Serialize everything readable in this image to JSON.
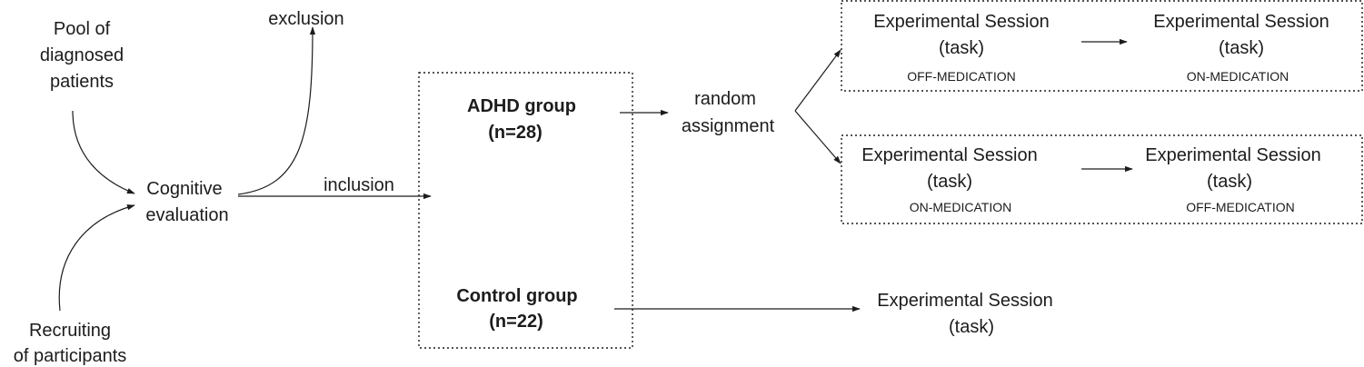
{
  "nodes": {
    "pool": [
      "Pool of",
      "diagnosed",
      "patients"
    ],
    "recruiting": [
      "Recruiting",
      "of participants"
    ],
    "cognitive": [
      "Cognitive",
      "evaluation"
    ],
    "exclusion": "exclusion",
    "inclusion": "inclusion",
    "adhd_group": [
      "ADHD group",
      "(n=28)"
    ],
    "control_group": [
      "Control group",
      "(n=22)"
    ],
    "random": [
      "random",
      "assignment"
    ]
  },
  "sessions": {
    "title": "Experimental Session",
    "task": "(task)",
    "row1": {
      "first_condition": "OFF-MEDICATION",
      "second_condition": "ON-MEDICATION"
    },
    "row2": {
      "first_condition": "ON-MEDICATION",
      "second_condition": "OFF-MEDICATION"
    }
  }
}
